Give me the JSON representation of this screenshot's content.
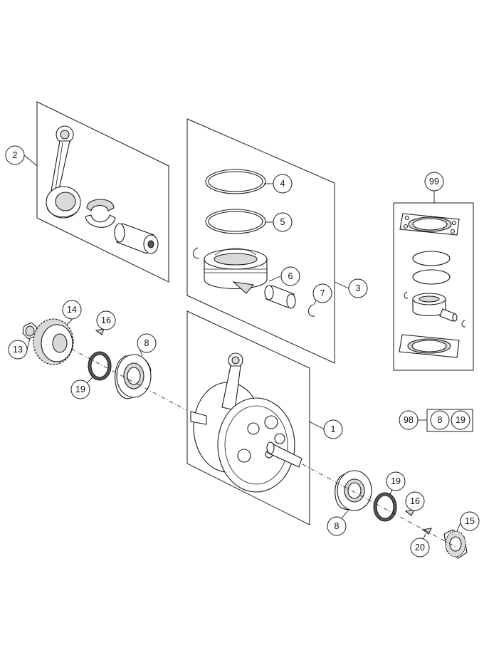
{
  "callouts": {
    "c1": "1",
    "c2": "2",
    "c3": "3",
    "c4": "4",
    "c5": "5",
    "c6": "6",
    "c7": "7",
    "c8a": "8",
    "c8b": "8",
    "c13": "13",
    "c14": "14",
    "c15": "15",
    "c16a": "16",
    "c16b": "16",
    "c19a": "19",
    "c19b": "19",
    "c20": "20",
    "c99": "99"
  },
  "kit": {
    "label": "98",
    "items": [
      "8",
      "19"
    ]
  }
}
